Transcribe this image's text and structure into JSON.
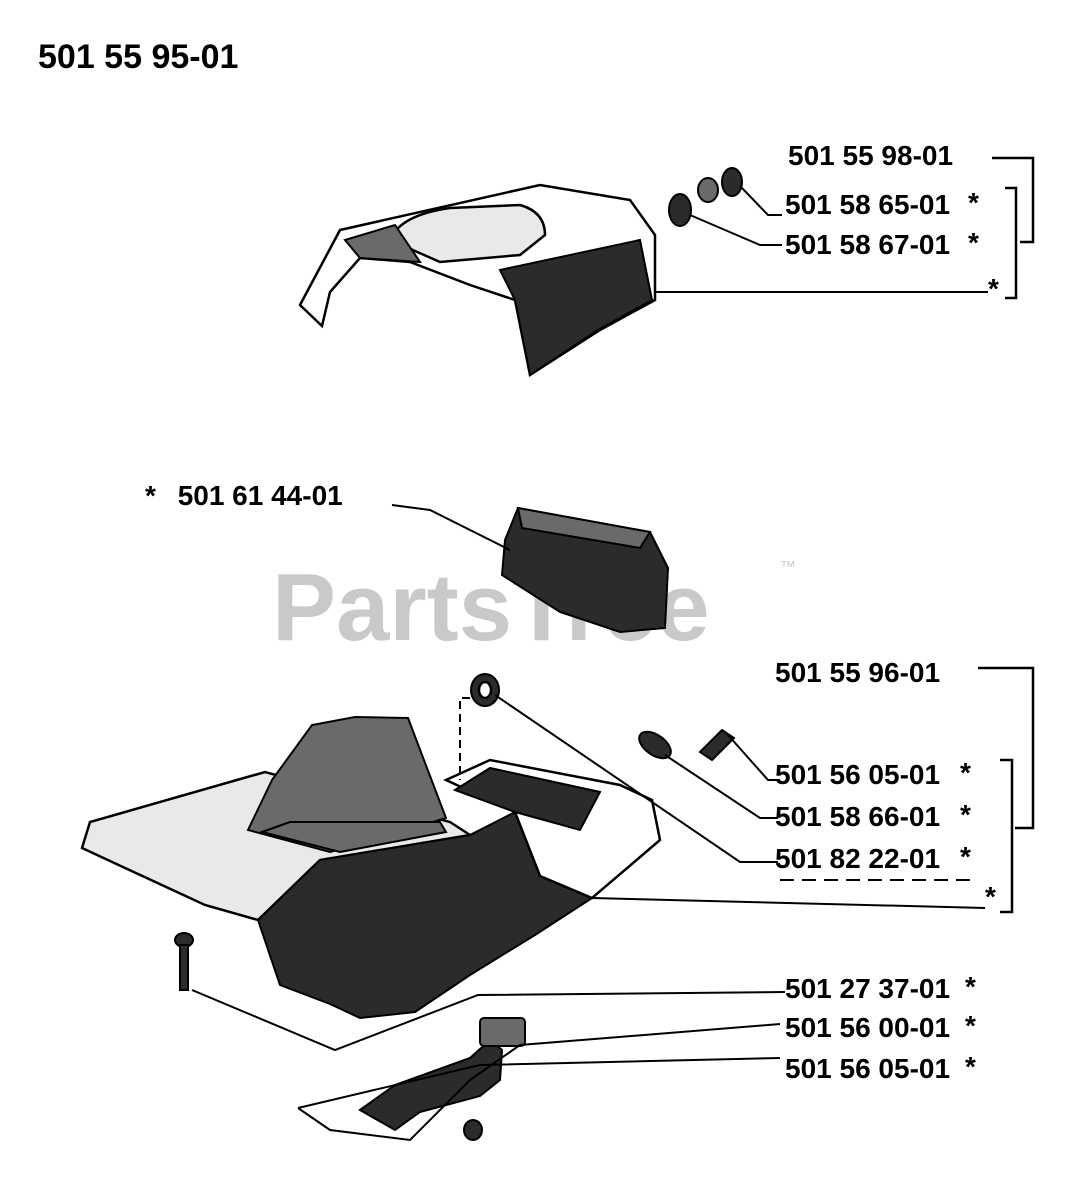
{
  "diagram_title": "501 55 95-01",
  "watermark": "PartsTree",
  "watermark_tm": "™",
  "callouts": {
    "top_assembly": "501 55 98-01",
    "top_part_1": "501 58 65-01",
    "top_part_2": "501 58 67-01",
    "cover": "501 61 44-01",
    "bottom_assembly": "501 55 96-01",
    "bottom_part_1": "501 56 05-01",
    "bottom_part_2": "501 58 66-01",
    "bottom_part_3": "501 82 22-01",
    "screw": "501 27 37-01",
    "bracket": "501 56 00-01",
    "bracket_screw": "501 56 05-01"
  },
  "asterisk": "*"
}
